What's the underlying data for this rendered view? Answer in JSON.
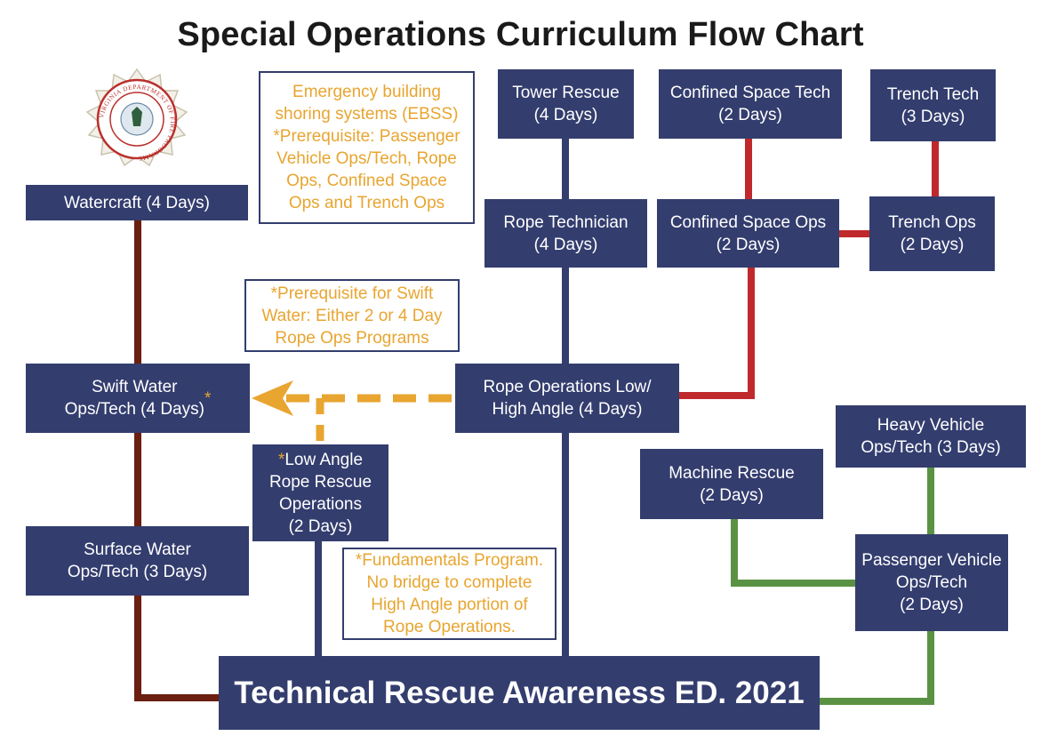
{
  "title": "Special Operations Curriculum Flow Chart",
  "colors": {
    "box": "#333d6e",
    "note_text": "#e8a530",
    "water_line": "#6b1f10",
    "rope_line": "#333d6e",
    "confined_line": "#c0292b",
    "vehicle_line": "#5a9244",
    "prereq_arrow": "#e8a530"
  },
  "seal": {
    "icon": "seal-icon",
    "text": "VIRGINIA DEPARTMENT OF FIRE PROGRAMS"
  },
  "nodes": {
    "tower_rescue": "Tower Rescue\n(4 Days)",
    "confined_space_tech": "Confined Space Tech\n(2 Days)",
    "trench_tech": "Trench Tech\n(3 Days)",
    "watercraft": "Watercraft (4 Days)",
    "rope_technician": "Rope Technician\n(4 Days)",
    "confined_space_ops": "Confined Space Ops\n(2 Days)",
    "trench_ops": "Trench Ops\n(2 Days)",
    "swift_water_text": "Swift Water\nOps/Tech (4 Days)",
    "swift_water_star": "*",
    "rope_operations": "Rope Operations Low/\nHigh Angle (4 Days)",
    "heavy_vehicle": "Heavy Vehicle\nOps/Tech (3 Days)",
    "machine_rescue": "Machine Rescue\n(2 Days)",
    "low_angle_star": "*",
    "low_angle_text": "Low Angle\nRope Rescue\nOperations\n(2 Days)",
    "surface_water": "Surface Water\nOps/Tech (3 Days)",
    "passenger_vehicle": "Passenger Vehicle\nOps/Tech\n(2 Days)",
    "technical_rescue": "Technical Rescue Awareness ED. 2021"
  },
  "notes": {
    "ebss": "Emergency building\nshoring systems (EBSS)\n*Prerequisite: Passenger\nVehicle Ops/Tech, Rope\nOps, Confined Space\nOps and Trench Ops",
    "swift_prereq": "*Prerequisite for Swift\nWater: Either 2 or 4 Day\nRope Ops Programs",
    "fundamentals": "*Fundamentals Program.\nNo bridge to complete\nHigh Angle portion of\nRope Operations."
  }
}
